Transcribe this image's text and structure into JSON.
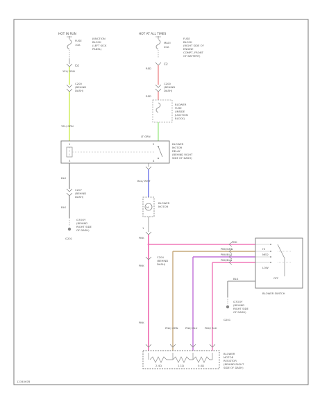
{
  "colors": {
    "frame": "#777777",
    "wire": "#8a8a8a",
    "yel_grn": "#d8f07a",
    "red": "#f2a6a8",
    "lt_grn": "#b6eea6",
    "blu": "#8c92ee",
    "pink": "#f078b8",
    "grn": "#c6a87a",
    "blu_red": "#c070d8"
  },
  "left_fuse": {
    "header": "HOT IN RUN",
    "fuse_line1": "JUNCTION",
    "fuse_line2": "BLOCK",
    "fuse_line3": "(LEFT KICK",
    "fuse_line4": "PANEL)",
    "fuse_id": "FUSE",
    "fuse_rating": "10A",
    "pin": "C4",
    "wire_color": "YEL/ GRN",
    "conn_line1": "C200",
    "conn_line2": "(BEHIND",
    "conn_line3": "DASH)"
  },
  "right_fuse": {
    "header": "HOT AT ALL TIMES",
    "fuse_id": "MAXI",
    "fuse_rating": "40A",
    "fuse_line1": "FUSE",
    "fuse_line2": "BLOCK",
    "fuse_line3": "(RIGHT SIDE OF",
    "fuse_line4": "ENGINE",
    "fuse_line5": "COMPT, FRONT",
    "fuse_line6": "OF BATTERY)",
    "pin": "C2",
    "wire_color": "RED",
    "conn_line1": "C200",
    "conn_line2": "(BEHIND",
    "conn_line3": "DASH)",
    "wire2": "RED",
    "blower_fuse_1": "BLOWER",
    "blower_fuse_2": "FUSE",
    "blower_fuse_3": "(INSIDE",
    "blower_fuse_4": "JUNCTION",
    "blower_fuse_5": "BLOCK)"
  },
  "relay": {
    "wire_in": "YEL/ GRN",
    "wire_out": "LT GRN",
    "name1": "BLOWER",
    "name2": "MOTOR",
    "name3": "RELAY",
    "loc1": "(BEHIND RIGHT",
    "loc2": "SIDE OF DASH)",
    "pin1": "1",
    "pin2": "2",
    "pin3": "3",
    "pin4": "4"
  },
  "ground_left": {
    "wire1": "BLK",
    "conn1": "C207",
    "conn2": "(BEHIND",
    "conn3": "DASH)",
    "wire2": "BLK",
    "gnd1": "G7OOY",
    "gnd2": "(BEHIND",
    "gnd3": "RIGHT SIDE",
    "gnd4": "OF DASH)",
    "gnd_id": "G201"
  },
  "motor": {
    "wire": "BLU/ WHT",
    "name1": "BLOWER",
    "name2": "MOTOR",
    "pin": "1"
  },
  "resistor_harness": {
    "wire_main": "PNK",
    "conn1": "C204",
    "conn2": "(BEHIND",
    "conn3": "DASH)",
    "wire_left": "PNK",
    "wire_bottom": "PNK",
    "b1_wire": "PNK/ GRN",
    "b2_wire": "PNK/ BLU",
    "b3_wire": "PNK/ BLK"
  },
  "switch": {
    "w1": "PNK",
    "w2": "PNK/GRN",
    "w3": "PNK/BLU",
    "w4": "PNK/BLK",
    "pos_high": "HI",
    "pos_med": "MED",
    "pos_low": "LOW",
    "pos_off": "OFF",
    "gnd_wire": "BLK",
    "gnd1": "G7OOY",
    "gnd2": "(BEHIND",
    "gnd3": "RIGHT SIDE",
    "gnd4": "OF DASH)",
    "gnd_id": "G201",
    "name": "BLOWER SWITCH"
  },
  "resistor": {
    "name1": "BLOWER",
    "name2": "MOTOR",
    "name3": "RESISTOR",
    "loc1": "(BEHIND RIGHT",
    "loc2": "SIDE OF DASH)",
    "r1": "2.4Ω",
    "r2": "1.1Ω",
    "r3": "0.4Ω"
  },
  "footer": {
    "code": "12345678"
  }
}
